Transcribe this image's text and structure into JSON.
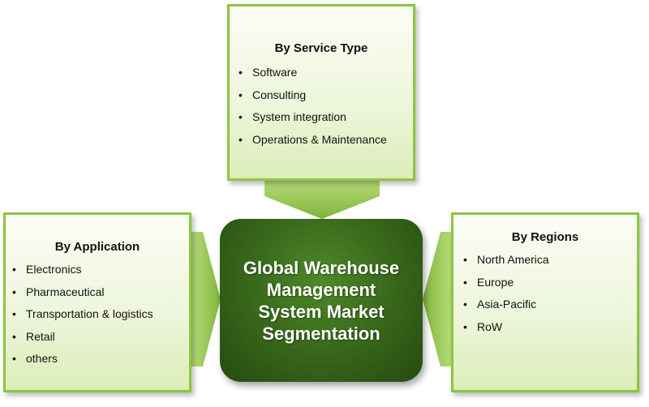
{
  "center": {
    "title": "Global Warehouse\nManagement\nSystem Market\nSegmentation"
  },
  "service_type": {
    "title": "By Service Type",
    "items": [
      "Software",
      "Consulting",
      "System integration",
      "Operations & Maintenance"
    ]
  },
  "application": {
    "title": "By Application",
    "items": [
      "Electronics",
      "Pharmaceutical",
      "Transportation & logistics",
      "Retail",
      "others"
    ]
  },
  "regions": {
    "title": "By Regions",
    "items": [
      "North America",
      "Europe",
      "Asia-Pacific",
      "RoW"
    ]
  },
  "colors": {
    "box_border": "#8dc63f",
    "box_fill": "#eef6dc",
    "center_fill": "#3a6b1c",
    "arrow_fill": "#9ccc54"
  }
}
